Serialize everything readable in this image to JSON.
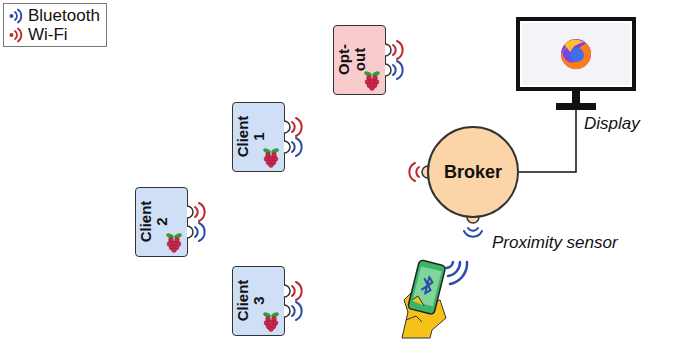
{
  "diagram": {
    "nodes": [
      {
        "text": [
          "Opt-out"
        ]
      },
      {
        "text": [
          "Client 1"
        ]
      },
      {
        "text": [
          "Client 2"
        ]
      },
      {
        "text": [
          "Client 3"
        ]
      },
      {
        "text": [
          "Broker"
        ]
      },
      {
        "text": [
          "Display"
        ]
      }
    ],
    "edges": [
      {
        "from": 4,
        "to": 5,
        "arrow": "none"
      }
    ],
    "labels": [
      "Proximity sensor"
    ],
    "legend": [
      {
        "text": "Bluetooth"
      },
      {
        "text": "Wi-Fi"
      }
    ]
  }
}
